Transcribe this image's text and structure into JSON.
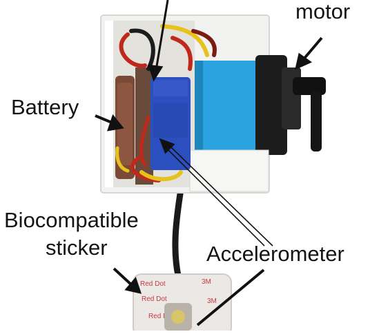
{
  "labels": {
    "motor": "motor",
    "battery": "Battery",
    "biocompatible_line1": "Biocompatible",
    "biocompatible_line2": "sticker",
    "accelerometer": "Accelerometer"
  },
  "sticker_brand_text": "Red Dot 3M",
  "colors": {
    "background": "#ffffff",
    "enclosure": "#f2f2f0",
    "motor_blue": "#2aa3e0",
    "accelerometer_blue": "#2c4fbf",
    "servo_black": "#1c1c1c",
    "sticker": "#ece8e6",
    "label_text": "#141414"
  }
}
